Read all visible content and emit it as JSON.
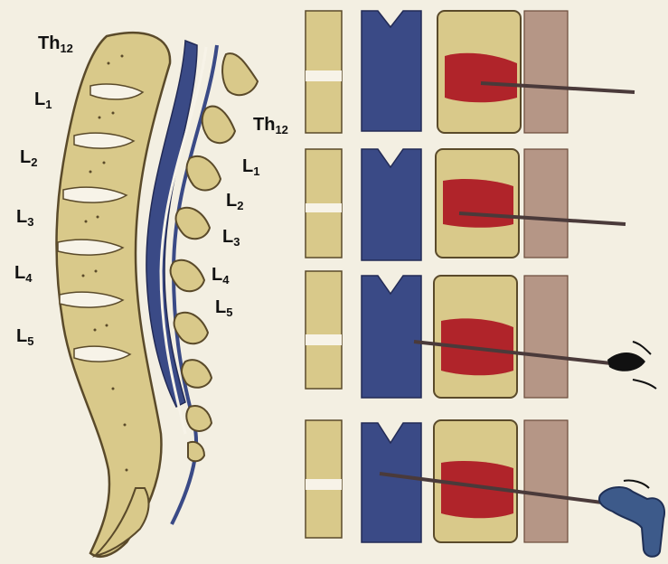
{
  "labels": {
    "left": [
      {
        "letter": "Th",
        "sub": "12"
      },
      {
        "letter": "L",
        "sub": "1"
      },
      {
        "letter": "L",
        "sub": "2"
      },
      {
        "letter": "L",
        "sub": "3"
      },
      {
        "letter": "L",
        "sub": "4"
      },
      {
        "letter": "L",
        "sub": "5"
      }
    ],
    "right": [
      {
        "letter": "Th",
        "sub": "12"
      },
      {
        "letter": "L",
        "sub": "1"
      },
      {
        "letter": "L",
        "sub": "2"
      },
      {
        "letter": "L",
        "sub": "3"
      },
      {
        "letter": "L",
        "sub": "4"
      },
      {
        "letter": "L",
        "sub": "5"
      }
    ]
  },
  "colors": {
    "background": "#f3efe2",
    "bone": "#d9c98a",
    "bone_outline": "#5a4a2a",
    "disc": "#f7f3e8",
    "dural_sac": "#3a4a86",
    "blood": "#b0242a",
    "ligament": "#8a6a5a",
    "needle": "#4a3a3a",
    "syringe": "#3d5a8a"
  },
  "panels": [
    {
      "stage": 1,
      "syringe": false
    },
    {
      "stage": 2,
      "syringe": false
    },
    {
      "stage": 3,
      "syringe": true
    },
    {
      "stage": 4,
      "syringe": true
    }
  ]
}
